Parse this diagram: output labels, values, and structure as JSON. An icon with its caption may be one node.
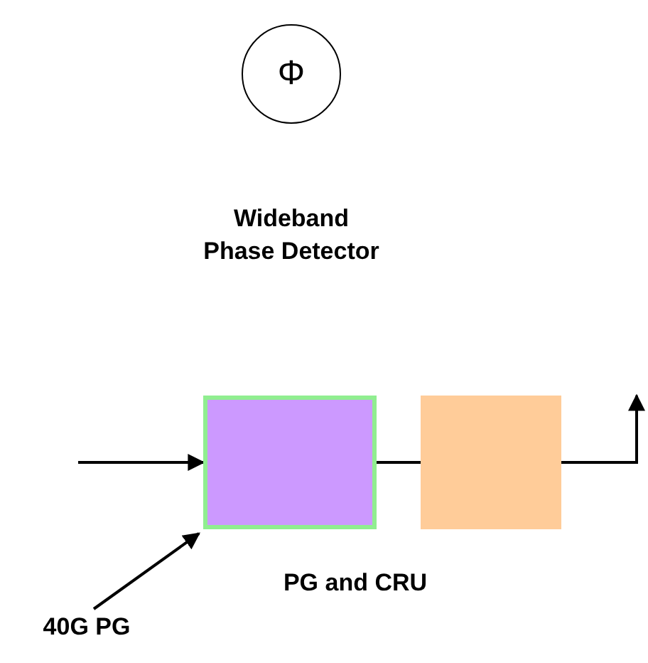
{
  "diagram": {
    "nodes": [
      {
        "text": [
          "Φ"
        ]
      },
      {
        "text": [],
        "shape": "box"
      },
      {
        "text": [],
        "shape": "box"
      },
      {
        "text": [
          "40G PG"
        ]
      }
    ],
    "edges": [
      {
        "from": null,
        "to": 1,
        "arrow": "to"
      },
      {
        "from": 1,
        "to": 2,
        "arrow": "none"
      },
      {
        "from": 2,
        "to": null,
        "arrow": "to"
      },
      {
        "from": 3,
        "to": 1,
        "arrow": "to"
      }
    ],
    "labels": [
      "Wideband Phase Detector",
      "PG and CRU"
    ]
  }
}
